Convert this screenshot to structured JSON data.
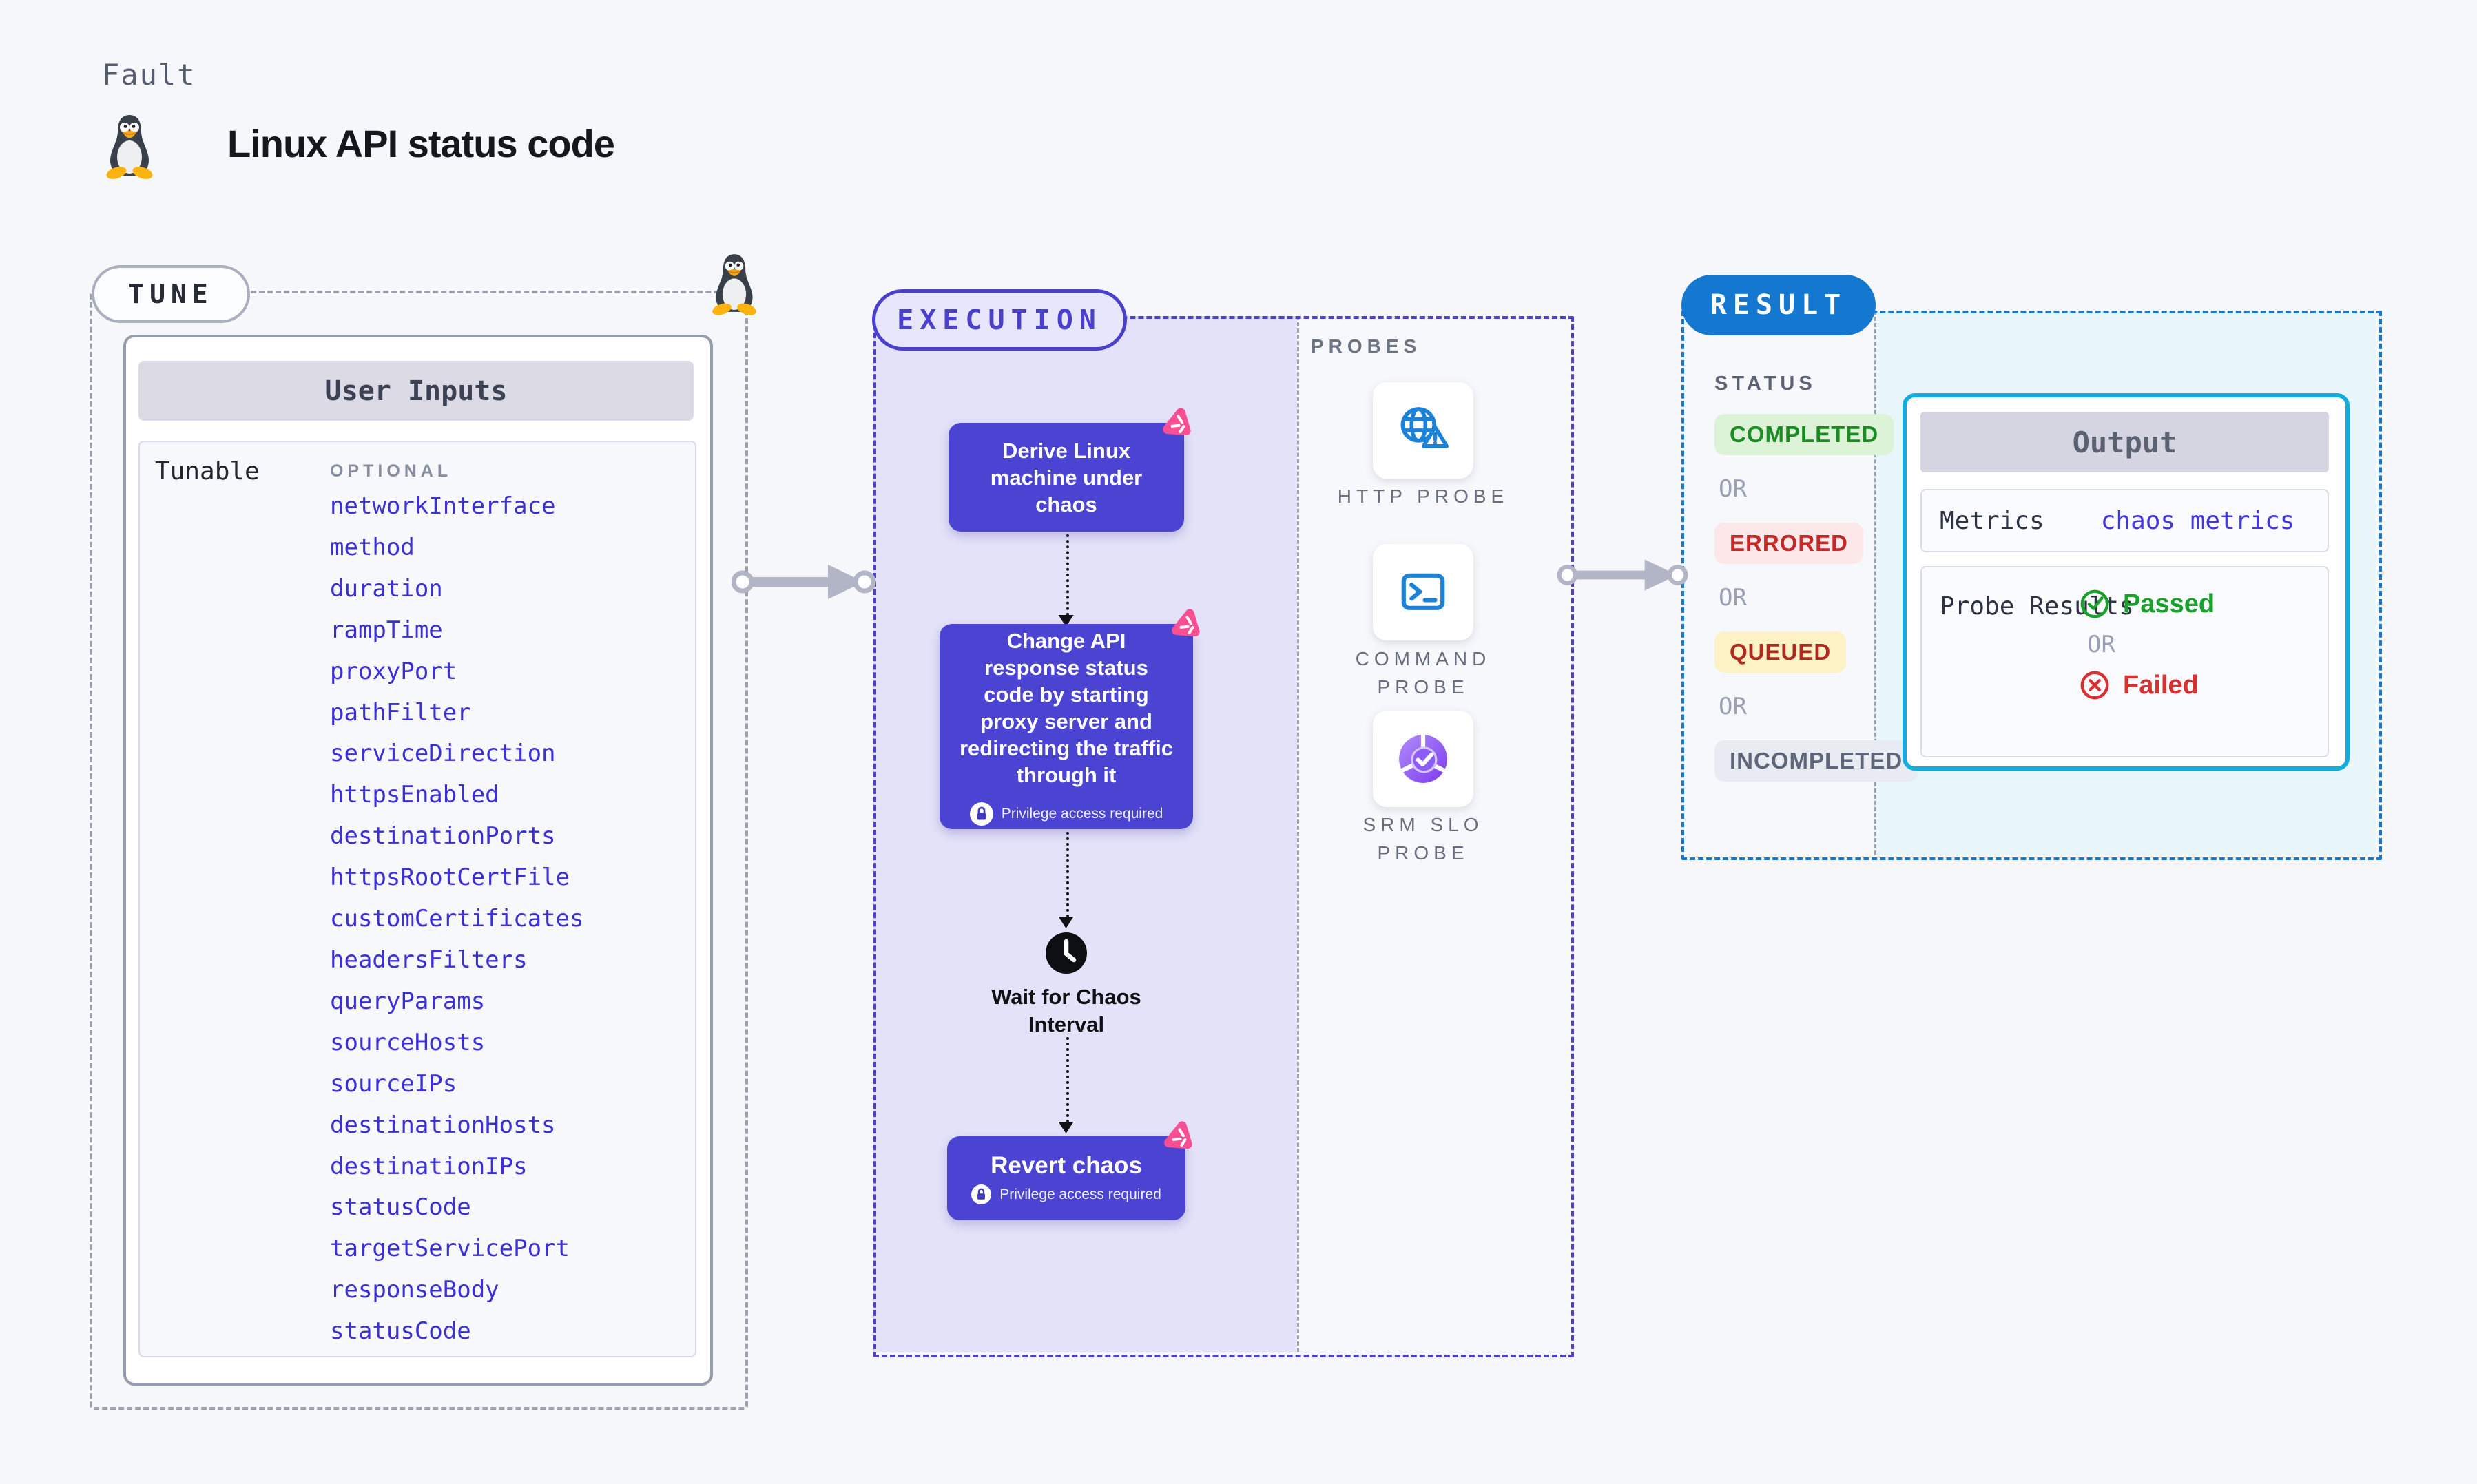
{
  "header": {
    "category": "Fault",
    "title": "Linux API status code"
  },
  "tune": {
    "label": "TUNE",
    "table_title": "User Inputs",
    "row_label": "Tunable",
    "optional_label": "OPTIONAL",
    "params": [
      "networkInterface",
      "method",
      "duration",
      "rampTime",
      "proxyPort",
      "pathFilter",
      "serviceDirection",
      "httpsEnabled",
      "destinationPorts",
      "httpsRootCertFile",
      "customCertificates",
      "headersFilters",
      "queryParams",
      "sourceHosts",
      "sourceIPs",
      "destinationHosts",
      "destinationIPs",
      "statusCode",
      "targetServicePort",
      "responseBody",
      "statusCode"
    ]
  },
  "execution": {
    "label": "EXECUTION",
    "step1": "Derive Linux machine under chaos",
    "step2": "Change API response status code by starting proxy server and redirecting the traffic through it",
    "privilege_note": "Privilege access required",
    "wait_step": "Wait for Chaos Interval",
    "revert_step": "Revert chaos"
  },
  "probes": {
    "label": "PROBES",
    "items": [
      "HTTP PROBE",
      "COMMAND PROBE",
      "SRM SLO PROBE"
    ]
  },
  "result": {
    "label": "RESULT",
    "status_label": "STATUS",
    "or_label": "OR",
    "statuses": [
      "COMPLETED",
      "ERRORED",
      "QUEUED",
      "INCOMPLETED"
    ],
    "output": {
      "title": "Output",
      "metrics_label": "Metrics",
      "metrics_value": "chaos metrics",
      "probe_results_label": "Probe Results",
      "passed_label": "Passed",
      "failed_label": "Failed"
    }
  },
  "colors": {
    "indigo_box": "#4b44d3",
    "execution_accent": "#4b40cc",
    "execution_bg": "#e3e2f8",
    "chaos_pink": "#fb4f93",
    "probe_blue": "#1b82d8",
    "srm_purple": "#7c3aed",
    "result_blue": "#1478d1",
    "output_cyan": "#14abdf",
    "completed_green": "#1b8c24",
    "errored_red": "#c62828",
    "queued_amber_bg": "#fdf2c6",
    "passed_green": "#18a12b",
    "failed_red": "#d92f2f",
    "param_blue": "#3b2fd6"
  }
}
